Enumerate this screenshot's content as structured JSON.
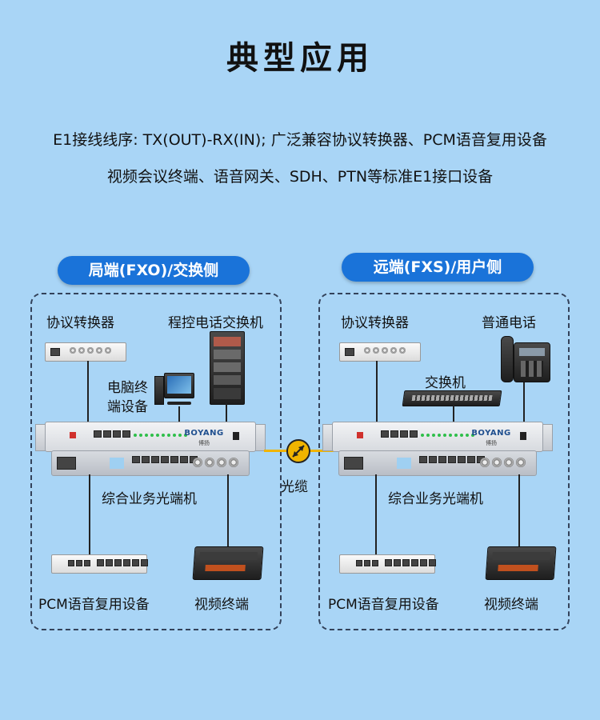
{
  "title": "典型应用",
  "desc_line1": "E1接线线序: TX(OUT)-RX(IN); 广泛兼容协议转换器、PCM语音复用设备",
  "desc_line2": "视频会议终端、语音网关、SDH、PTN等标准E1接口设备",
  "left": {
    "header": "局端(FXO)/交换侧",
    "protocol_converter": "协议转换器",
    "pbx": "程控电话交换机",
    "computer_line1": "电脑终",
    "computer_line2": "端设备",
    "optical_terminal": "综合业务光端机",
    "pcm": "PCM语音复用设备",
    "video": "视频终端"
  },
  "right": {
    "header": "远端(FXS)/用户侧",
    "protocol_converter": "协议转换器",
    "phone": "普通电话",
    "switch": "交换机",
    "optical_terminal": "综合业务光端机",
    "pcm": "PCM语音复用设备",
    "video": "视频终端"
  },
  "fiber_label": "光缆",
  "device_brand": "BOYANG",
  "device_brand_sub": "博扬",
  "colors": {
    "background": "#a9d5f6",
    "pill": "#1a73d9",
    "fiber": "#f0b400"
  }
}
